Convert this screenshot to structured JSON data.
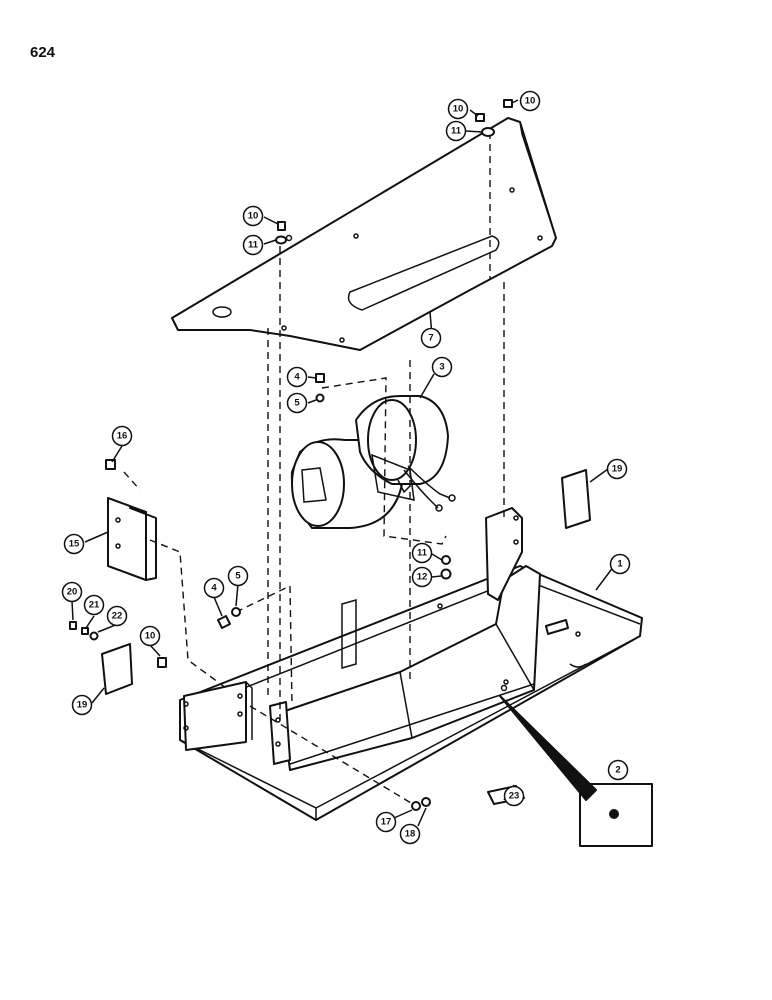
{
  "page": {
    "number": "624"
  },
  "callouts": [
    {
      "id": "c10a",
      "label": "10"
    },
    {
      "id": "c10b",
      "label": "10"
    },
    {
      "id": "c11a",
      "label": "11"
    },
    {
      "id": "c10c",
      "label": "10"
    },
    {
      "id": "c11b",
      "label": "11"
    },
    {
      "id": "c7",
      "label": "7"
    },
    {
      "id": "c3",
      "label": "3"
    },
    {
      "id": "c4a",
      "label": "4"
    },
    {
      "id": "c5a",
      "label": "5"
    },
    {
      "id": "c16",
      "label": "16"
    },
    {
      "id": "c15",
      "label": "15"
    },
    {
      "id": "c19a",
      "label": "19"
    },
    {
      "id": "c1",
      "label": "1"
    },
    {
      "id": "c11c",
      "label": "11"
    },
    {
      "id": "c12",
      "label": "12"
    },
    {
      "id": "c4b",
      "label": "4"
    },
    {
      "id": "c5b",
      "label": "5"
    },
    {
      "id": "c20",
      "label": "20"
    },
    {
      "id": "c21",
      "label": "21"
    },
    {
      "id": "c22",
      "label": "22"
    },
    {
      "id": "c10d",
      "label": "10"
    },
    {
      "id": "c19b",
      "label": "19"
    },
    {
      "id": "c2",
      "label": "2"
    },
    {
      "id": "c23",
      "label": "23"
    },
    {
      "id": "c17",
      "label": "17"
    },
    {
      "id": "c18",
      "label": "18"
    }
  ]
}
